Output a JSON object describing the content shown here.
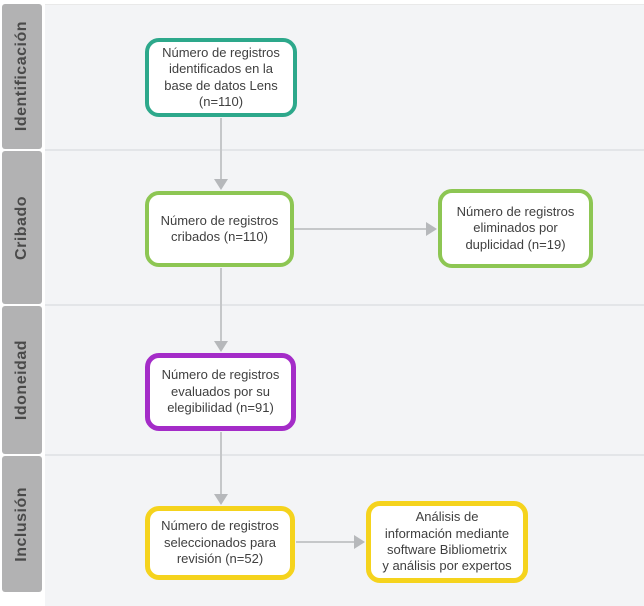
{
  "sidebar": {
    "items": [
      {
        "id": "identificacion",
        "label": "Identificación"
      },
      {
        "id": "cribado",
        "label": "Cribado"
      },
      {
        "id": "idoneidad",
        "label": "Idoneidad"
      },
      {
        "id": "inclusion",
        "label": "Inclusión"
      }
    ]
  },
  "flow": {
    "boxes": [
      {
        "id": "records-identified",
        "stage": "Identificación",
        "n": 110,
        "border_color": "#2da88b",
        "text": "Número de registros\nidentificados en la\nbase de datos Lens\n(n=110)"
      },
      {
        "id": "records-screened",
        "stage": "Cribado",
        "n": 110,
        "border_color": "#8dc653",
        "text": "Número de registros\ncribados (n=110)"
      },
      {
        "id": "records-removed-duplicates",
        "stage": "Cribado",
        "n": 19,
        "border_color": "#8dc653",
        "text": "Número de registros\neliminados por\nduplicidad (n=19)"
      },
      {
        "id": "records-eligibility",
        "stage": "Idoneidad",
        "n": 91,
        "border_color": "#a42cc8",
        "text": "Número de registros\nevaluados por su\nelegibilidad (n=91)"
      },
      {
        "id": "records-selected",
        "stage": "Inclusión",
        "n": 52,
        "border_color": "#f5d31d",
        "text": "Número de registros\nseleccionados para\nrevisión (n=52)"
      },
      {
        "id": "analysis-bibliometrix",
        "stage": "Inclusión",
        "border_color": "#f5d31d",
        "text": "Análisis de\ninformación mediante\nsoftware Bibliometrix\ny análisis por expertos"
      }
    ],
    "connectors": [
      {
        "from": "records-identified",
        "to": "records-screened",
        "direction": "down"
      },
      {
        "from": "records-screened",
        "to": "records-removed-duplicates",
        "direction": "right"
      },
      {
        "from": "records-screened",
        "to": "records-eligibility",
        "direction": "down"
      },
      {
        "from": "records-eligibility",
        "to": "records-selected",
        "direction": "down"
      },
      {
        "from": "records-selected",
        "to": "analysis-bibliometrix",
        "direction": "right"
      }
    ]
  },
  "colors": {
    "teal_border": "#2da88b",
    "green_border": "#8dc653",
    "purple_border": "#a42cc8",
    "yellow_border": "#f5d31d",
    "sidebar_bg": "#b2b2b3",
    "sidebar_text": "#4a4a4a",
    "panel_bg": "#f3f4f6",
    "divider": "#e3e5e8",
    "arrow": "#c5c7c9",
    "box_text": "#3f3f3f"
  }
}
